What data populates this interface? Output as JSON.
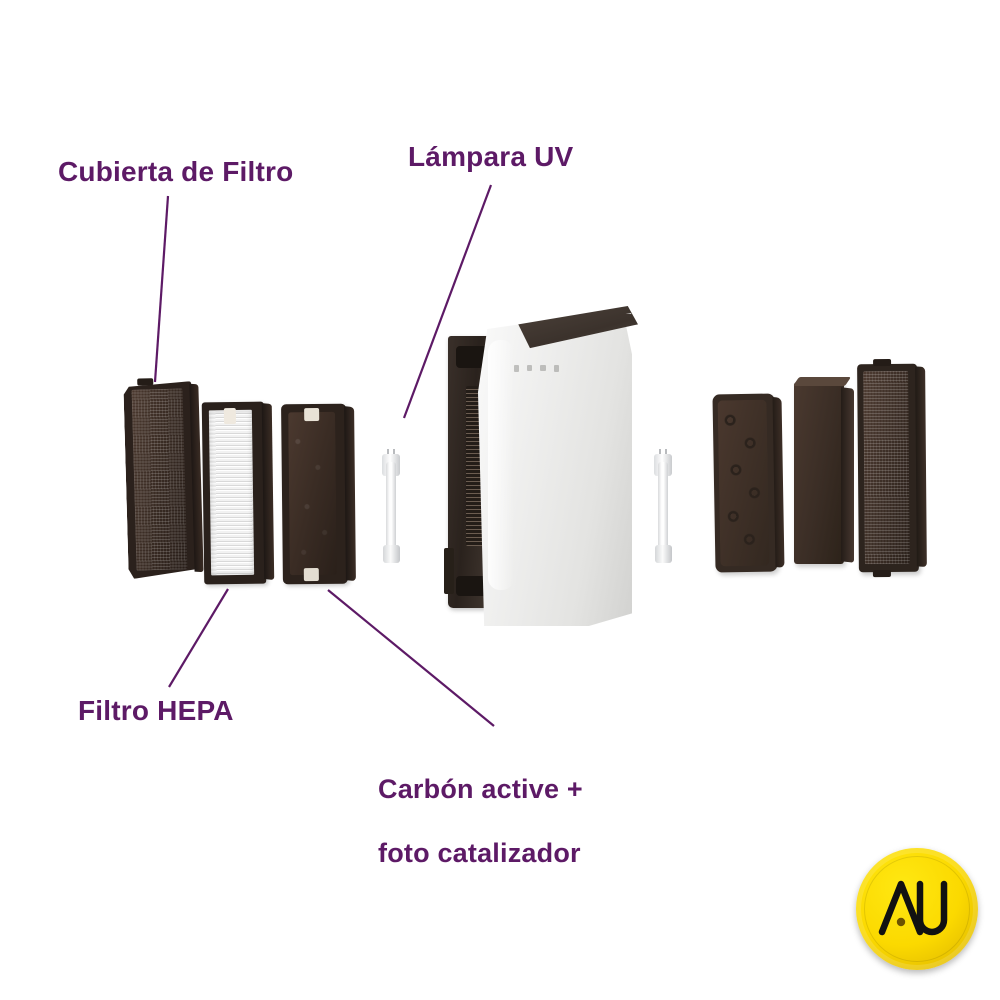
{
  "image": {
    "kind": "exploded-product-diagram",
    "subject": "Air purifier with replaceable filter stack",
    "background_color": "#ffffff",
    "accent_color": "#5d1a66"
  },
  "callouts": [
    {
      "id": "filter-cover",
      "text": "Cubierta de Filtro",
      "color": "#5d1a66",
      "leader_from": [
        168,
        196
      ],
      "leader_to": [
        155,
        382
      ]
    },
    {
      "id": "uv-lamp",
      "text": "Lámpara UV",
      "color": "#5d1a66",
      "leader_from": [
        491,
        185
      ],
      "leader_to": [
        404,
        418
      ]
    },
    {
      "id": "hepa-filter",
      "text": "Filtro HEPA",
      "color": "#5d1a66",
      "leader_from": [
        228,
        589
      ],
      "leader_to": [
        169,
        687
      ]
    },
    {
      "id": "carbon-photocatalyst",
      "text": "Carbón active +\nfoto catalizador",
      "line_1": "Carbón active +",
      "line_2": "foto catalizador",
      "color": "#5d1a66",
      "leader_from": [
        328,
        590
      ],
      "leader_to": [
        494,
        726
      ]
    }
  ],
  "parts": [
    {
      "id": "filter-cover-panel",
      "name": "Cubierta de Filtro",
      "type": "mesh-panel",
      "color": "#2b211c"
    },
    {
      "id": "hepa-panel",
      "name": "Filtro HEPA",
      "type": "pleated-panel",
      "color": "#ffffff"
    },
    {
      "id": "carbon-panel",
      "name": "Carbón active + foto catalizador",
      "type": "carbon-panel",
      "color": "#3a2c24"
    },
    {
      "id": "uv-lamp-left",
      "name": "Lámpara UV",
      "type": "uv-tube",
      "color": "#f2f2f2"
    },
    {
      "id": "uv-lamp-right",
      "name": "Lámpara UV",
      "type": "uv-tube",
      "color": "#f2f2f2"
    },
    {
      "id": "purifier-body",
      "name": "Air purifier body",
      "type": "housing",
      "color": "#ececea"
    },
    {
      "id": "right-filter-bubble",
      "name": "Filter panel",
      "type": "textured-panel",
      "color": "#3d2f27"
    },
    {
      "id": "right-filter-solid",
      "name": "Filter panel",
      "type": "solid-panel",
      "color": "#3a2d25"
    },
    {
      "id": "right-filter-mesh",
      "name": "Filter panel",
      "type": "mesh-panel",
      "color": "#2d241e"
    }
  ],
  "logo": {
    "text": "AU",
    "shape": "circle-badge",
    "background_color": "#fbd900",
    "mark_color": "#111111"
  }
}
